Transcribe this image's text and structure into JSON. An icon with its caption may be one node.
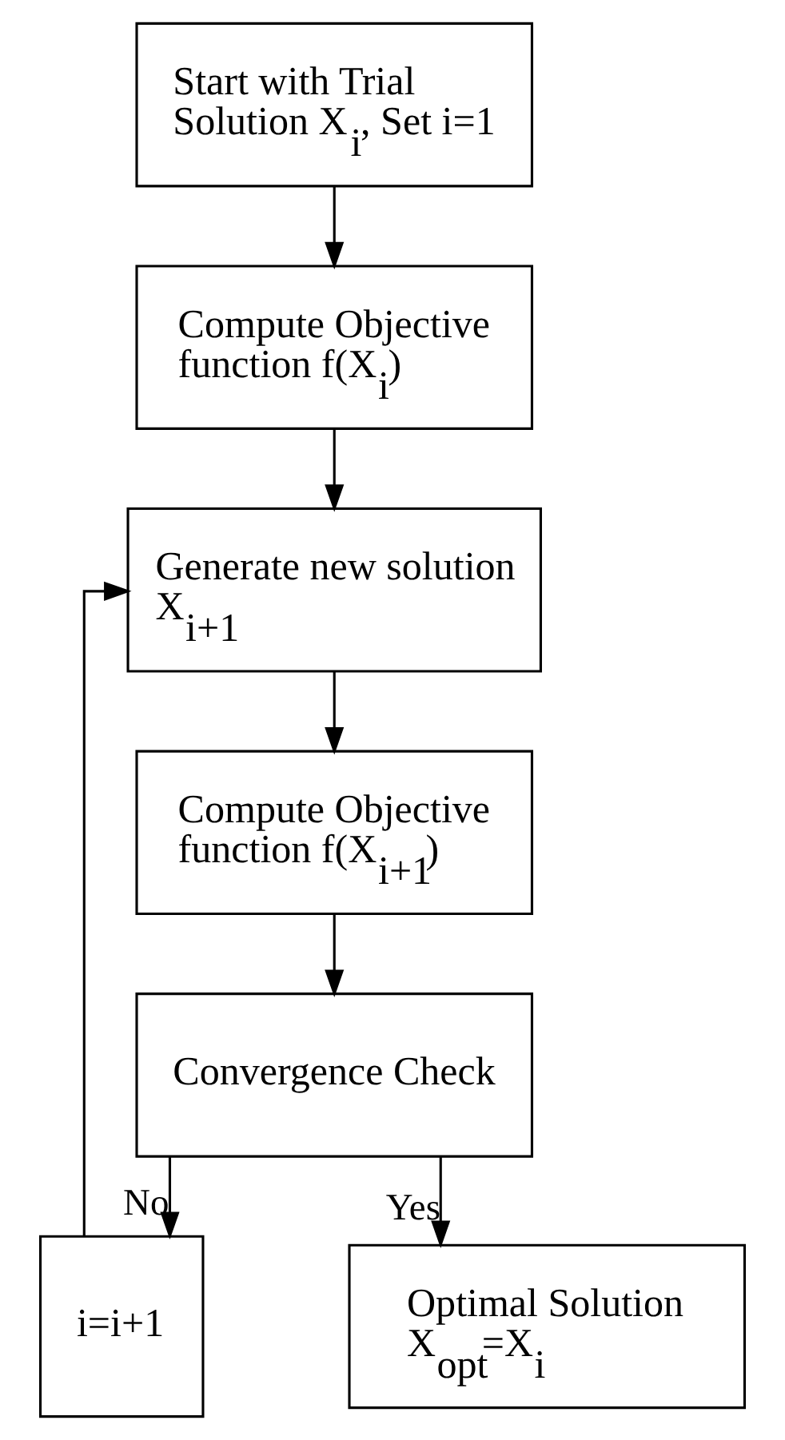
{
  "diagram": {
    "nodes": [
      {
        "text": [
          "Start with Trial Solution X$_{i}$, Set i=1"
        ]
      },
      {
        "text": [
          "Compute Objective function f(X$_{i}$)"
        ]
      },
      {
        "text": [
          "Generate new solution X$_{i+1}$"
        ]
      },
      {
        "text": [
          "Compute Objective function f(X$_{i+1}$)"
        ]
      },
      {
        "text": [
          "Convergence Check"
        ]
      },
      {
        "text": [
          "i=i+1"
        ]
      },
      {
        "text": [
          "Optimal Solution X$_{opt}$=X$_{i}$"
        ]
      }
    ],
    "edges": [
      {
        "from": 0,
        "to": 1,
        "arrow": "to"
      },
      {
        "from": 1,
        "to": 2,
        "arrow": "to"
      },
      {
        "from": 2,
        "to": 3,
        "arrow": "to"
      },
      {
        "from": 3,
        "to": 4,
        "arrow": "to"
      },
      {
        "from": 4,
        "to": 5,
        "arrow": "to",
        "label": "No"
      },
      {
        "from": 5,
        "to": 2,
        "arrow": "to"
      },
      {
        "from": 4,
        "to": 6,
        "arrow": "to",
        "label": "Yes"
      }
    ]
  }
}
